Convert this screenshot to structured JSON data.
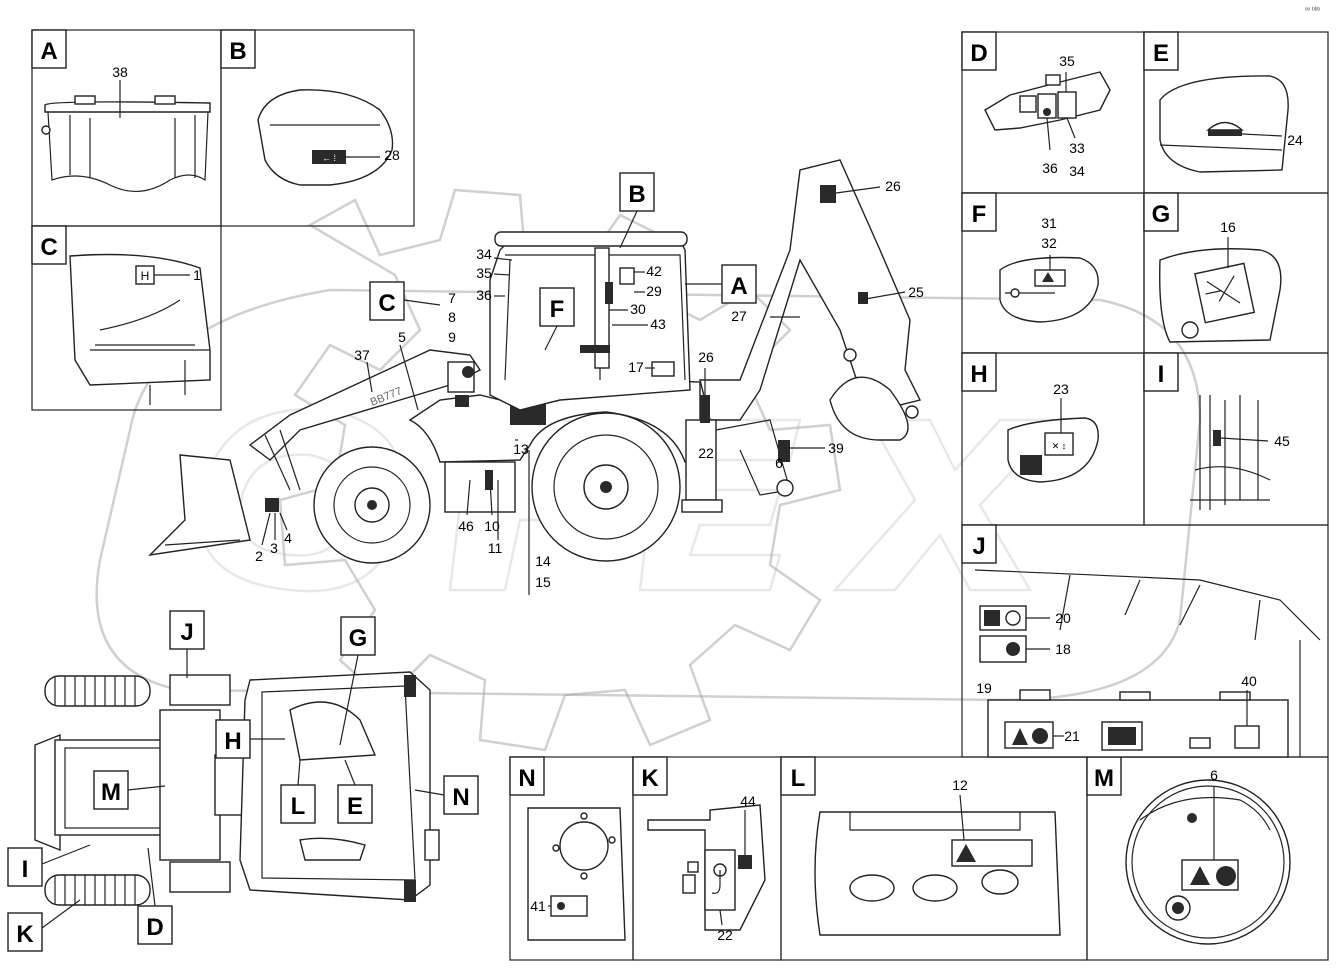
{
  "corner_mark": "ᵒᵒ ᵇᵇᵇ",
  "watermark": "OPEX",
  "panels": {
    "A": {
      "letter": "A",
      "callouts": [
        "38"
      ]
    },
    "B": {
      "letter": "B",
      "callouts": [
        "28"
      ]
    },
    "C": {
      "letter": "C",
      "callouts": [
        "1"
      ],
      "label_text": "H"
    },
    "D": {
      "letter": "D",
      "callouts": [
        "35",
        "33",
        "34",
        "36"
      ]
    },
    "E": {
      "letter": "E",
      "callouts": [
        "24"
      ]
    },
    "F": {
      "letter": "F",
      "callouts": [
        "31",
        "32"
      ]
    },
    "G": {
      "letter": "G",
      "callouts": [
        "16"
      ]
    },
    "H": {
      "letter": "H",
      "callouts": [
        "23"
      ]
    },
    "I": {
      "letter": "I",
      "callouts": [
        "45"
      ]
    },
    "J": {
      "letter": "J",
      "callouts": [
        "20",
        "18",
        "19",
        "40",
        "21"
      ]
    },
    "K": {
      "letter": "K",
      "callouts": [
        "44",
        "22"
      ]
    },
    "L": {
      "letter": "L",
      "callouts": [
        "12"
      ]
    },
    "M": {
      "letter": "M",
      "callouts": [
        "6"
      ]
    },
    "N": {
      "letter": "N",
      "callouts": [
        "41"
      ]
    }
  },
  "side_view": {
    "loader_model": "BB777",
    "letters": [
      "B",
      "C",
      "F",
      "A"
    ],
    "callouts": [
      "34",
      "35",
      "36",
      "7",
      "8",
      "9",
      "5",
      "37",
      "42",
      "29",
      "30",
      "43",
      "17",
      "26",
      "27",
      "25",
      "26",
      "22",
      "13",
      "39",
      "6",
      "2",
      "3",
      "4",
      "46",
      "10",
      "11",
      "14",
      "15"
    ]
  },
  "top_view": {
    "letters": [
      "J",
      "G",
      "H",
      "M",
      "L",
      "E",
      "N",
      "I",
      "D",
      "K"
    ]
  }
}
